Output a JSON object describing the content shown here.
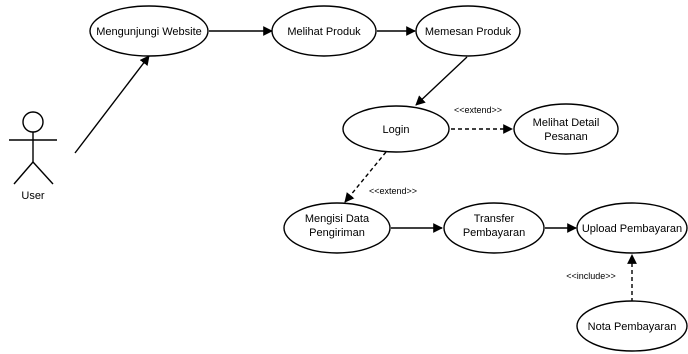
{
  "actor": {
    "label": "User"
  },
  "use_cases": {
    "mengunjungi": "Mengunjungi Website",
    "melihat_produk": "Melihat Produk",
    "memesan_produk": "Memesan Produk",
    "login": "Login",
    "melihat_detail": [
      "Melihat Detail",
      "Pesanan"
    ],
    "mengisi_data": [
      "Mengisi Data",
      "Pengiriman"
    ],
    "transfer": [
      "Transfer",
      "Pembayaran"
    ],
    "upload": "Upload Pembayaran",
    "nota": "Nota Pembayaran"
  },
  "relations": {
    "extend_1": "<<extend>>",
    "extend_2": "<<extend>>",
    "include_1": "<<include>>"
  }
}
